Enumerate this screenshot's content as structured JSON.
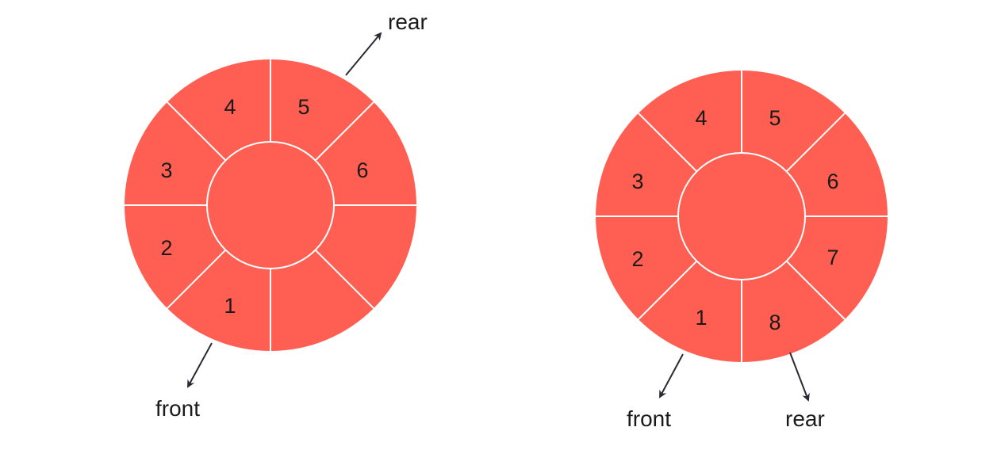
{
  "colors": {
    "ring_fill": "#ff5f52",
    "divider": "#ffffff",
    "arrow": "#2a2a35",
    "text": "#1a1a1a"
  },
  "queues": [
    {
      "name": "queue-left",
      "slot_labels": [
        "5",
        "6",
        "",
        "",
        "1",
        "2",
        "3",
        "4"
      ],
      "pointers": {
        "rear": {
          "label": "rear"
        },
        "front": {
          "label": "front"
        }
      }
    },
    {
      "name": "queue-right",
      "slot_labels": [
        "5",
        "6",
        "7",
        "8",
        "1",
        "2",
        "3",
        "4"
      ],
      "pointers": {
        "front": {
          "label": "front"
        },
        "rear": {
          "label": "rear"
        }
      }
    }
  ]
}
